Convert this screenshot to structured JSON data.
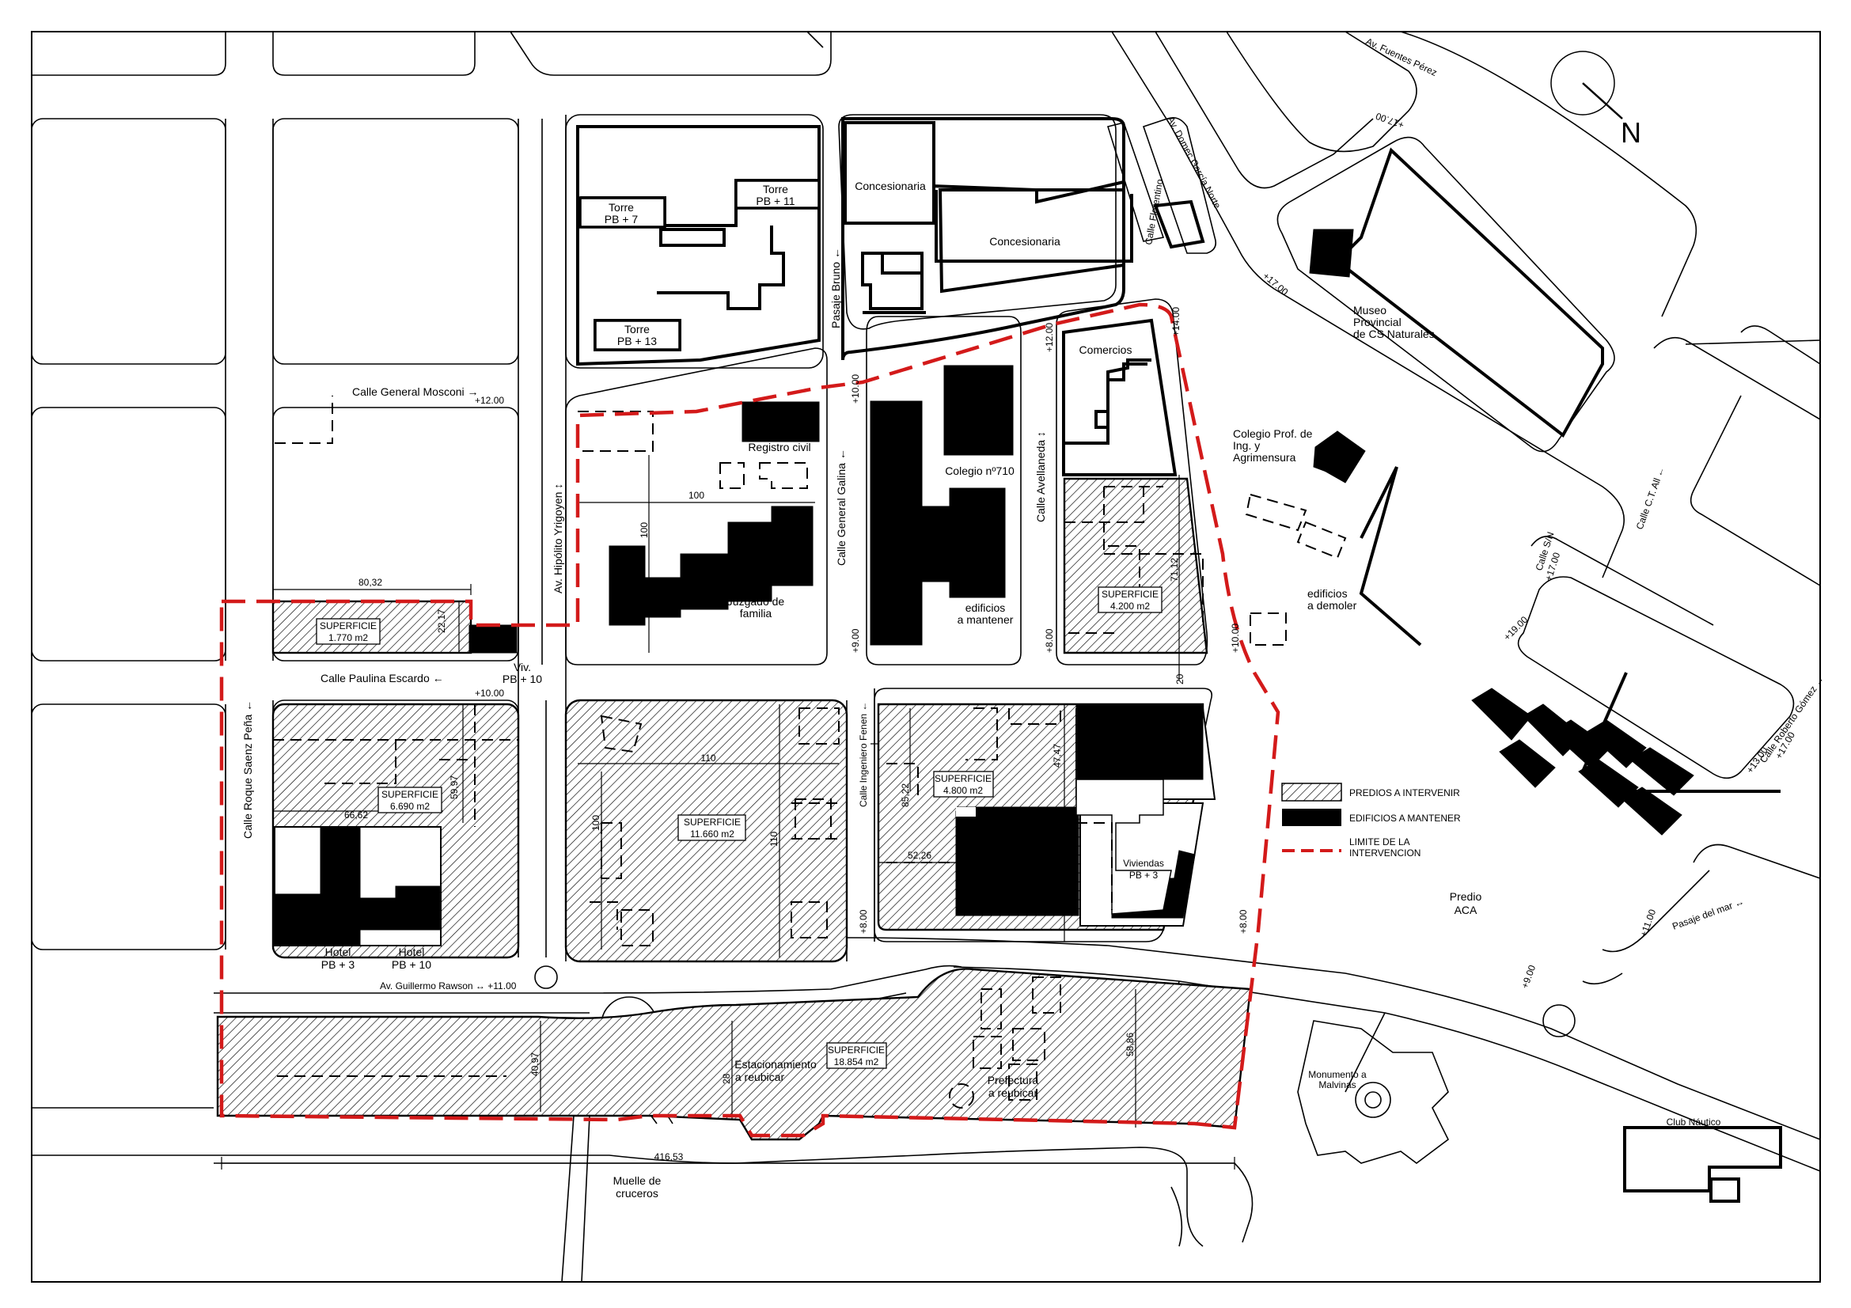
{
  "streets": {
    "mosconi": "Calle General Mosconi →",
    "yrigoyen": "Av. Hipólito Yrigoyen ↕",
    "escardo": "Calle Paulina Escardo ←",
    "saenz_pena": "Calle Roque Saenz Peña ←",
    "rawson": "Av. Guillermo Rawson ↔ +11.00",
    "galina": "Calle General Galina ←",
    "fenen": "Calle Ingeniero Fenen ←",
    "avellaneda": "Calle Avellaneda ↕",
    "florentino": "Calle Florentino",
    "pasaje_bruno": "Pasaje Bruno ←",
    "garcia": "Av. Domec García Norte",
    "ct_all": "Calle C.T. All ←",
    "sn": "Calle S/N",
    "roberto_gomez": "Calle Roberto Gómez →",
    "pasaje_mar": "Pasaje del mar ↔",
    "fuentes": "Av. Fuentes Pérez"
  },
  "levels": {
    "l12a": "+12.00",
    "l12b": "+12.00",
    "l10a": "+10.00",
    "l10b": "+10.00",
    "l10c": "+10.00",
    "l9": "+9.00",
    "l8a": "+8.00",
    "l8b": "+8.00",
    "l8c": "+8.00",
    "l14": "+14.00",
    "l17a": "+17.00",
    "l17b": "+17.00",
    "l17c": "+17.00",
    "l17d": "+17.00",
    "l13": "+13.00",
    "l11": "+11.00",
    "l9b": "+9.00",
    "l19": "+19.00"
  },
  "buildings": {
    "torre7": [
      "Torre",
      "PB + 7"
    ],
    "torre11": [
      "Torre",
      "PB + 11"
    ],
    "torre13": [
      "Torre",
      "PB + 13"
    ],
    "concesionaria1": "Concesionaria",
    "concesionaria2": "Concesionaria",
    "comercios": "Comercios",
    "museo": [
      "Museo",
      "Provincial",
      "de CS Naturales"
    ],
    "registro": "Registro civil",
    "colegio710": "Colegio nº710",
    "juzgado": [
      "Juzgado de",
      "familia"
    ],
    "edif_mantener": [
      "edificios",
      "a mantener"
    ],
    "colegio_prof": [
      "Colegio Prof. de",
      "Ing. y",
      "Agrimensura"
    ],
    "edif_demoler": [
      "edificios",
      "a demoler"
    ],
    "viv": [
      "Viv.",
      "PB + 10"
    ],
    "hotel_a": [
      "Hotel",
      "PB + 3"
    ],
    "hotel_b": [
      "Hotel",
      "PB + 10"
    ],
    "hotel_c": [
      "Hotel",
      "PB + 3"
    ],
    "viviendas": [
      "Viviendas",
      "PB + 3"
    ],
    "comercio": "Comercio",
    "predio_aca": [
      "Predio",
      "ACA"
    ],
    "estacionamiento": [
      "Estacionamiento",
      "a reubicar"
    ],
    "prefectura": [
      "Prefectura",
      "a reubicar"
    ],
    "monumento": [
      "Monumento a",
      "Malvinas"
    ],
    "club": "Club Náutico",
    "muelle": [
      "Muelle de",
      "cruceros"
    ]
  },
  "surfaces": {
    "s1": [
      "SUPERFICIE",
      "1.770 m2"
    ],
    "s2": [
      "SUPERFICIE",
      "4.200 m2"
    ],
    "s3": [
      "SUPERFICIE",
      "6.690 m2"
    ],
    "s4": [
      "SUPERFICIE",
      "11.660 m2"
    ],
    "s5": [
      "SUPERFICIE",
      "4.800 m2"
    ],
    "s6": [
      "SUPERFICIE",
      "18.854 m2"
    ]
  },
  "dimensions": {
    "d80": "80,32",
    "d22": "22,17",
    "d100a": "100",
    "d100b": "100",
    "d100c": "100",
    "d110a": "110",
    "d110b": "110",
    "d71": "71,12",
    "d20": "20",
    "d59": "59,97",
    "d66": "66,62",
    "d47": "47,47",
    "d85": "85,22",
    "d52": "52,26",
    "d40": "40,97",
    "d28": "28",
    "d58": "58,86",
    "d416": "416,53"
  },
  "legend": {
    "predios": "PREDIOS A INTERVENIR",
    "edificios": "EDIFICIOS A MANTENER",
    "limite": [
      "LIMITE DE LA",
      "INTERVENCION"
    ]
  },
  "north": "N",
  "colors": {
    "limit": "#d31a1a",
    "ink": "#000000",
    "paper": "#ffffff"
  }
}
